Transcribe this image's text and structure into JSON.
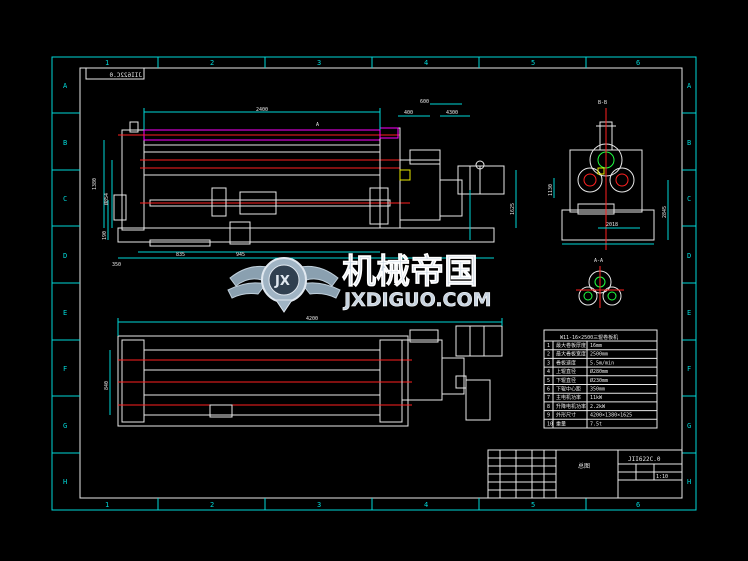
{
  "drawing": {
    "code_mirrored": "JII622C.0",
    "col_labels": [
      "1",
      "2",
      "3",
      "4",
      "5",
      "6"
    ],
    "row_labels": [
      "A",
      "B",
      "C",
      "D",
      "E",
      "F",
      "G",
      "H"
    ],
    "section_bb": "B-B",
    "section_aa": "A-A",
    "section_a": "A"
  },
  "dimensions": {
    "d_2400": "2400",
    "d_400": "400",
    "d_600": "600",
    "d_4300": "4300",
    "d_1380": "1380",
    "d_860": "Ø854",
    "d_190": "190",
    "d_350": "350",
    "d_835": "835",
    "d_945": "945",
    "d_1625": "1625",
    "d_4200": "4200",
    "d_1130": "1130",
    "d_2845": "2845",
    "d_840": "840",
    "d_2018": "2018"
  },
  "watermark": {
    "logo_letters": "JX",
    "cn_name": "机械帝国",
    "site": "JXDIGUO.COM"
  },
  "spec_table": {
    "title": "W11-16×2500三辊卷板机",
    "rows": [
      {
        "no": "1",
        "name": "最大卷板厚度",
        "value": "16mm"
      },
      {
        "no": "2",
        "name": "最大卷板宽度",
        "value": "2500mm"
      },
      {
        "no": "3",
        "name": "卷板速度",
        "value": "5.5m/min"
      },
      {
        "no": "4",
        "name": "上辊直径",
        "value": "Ø280mm"
      },
      {
        "no": "5",
        "name": "下辊直径",
        "value": "Ø230mm"
      },
      {
        "no": "6",
        "name": "下辊中心距",
        "value": "350mm"
      },
      {
        "no": "7",
        "name": "主电机功率",
        "value": "11kW"
      },
      {
        "no": "8",
        "name": "升降电机功率",
        "value": "2.2kW"
      },
      {
        "no": "9",
        "name": "外形尺寸",
        "value": "4200×1380×1625"
      },
      {
        "no": "10",
        "name": "重量",
        "value": "7.5t"
      }
    ]
  },
  "title_block": {
    "name": "总图",
    "code": "JII622C.0",
    "ratio": "1:10"
  }
}
